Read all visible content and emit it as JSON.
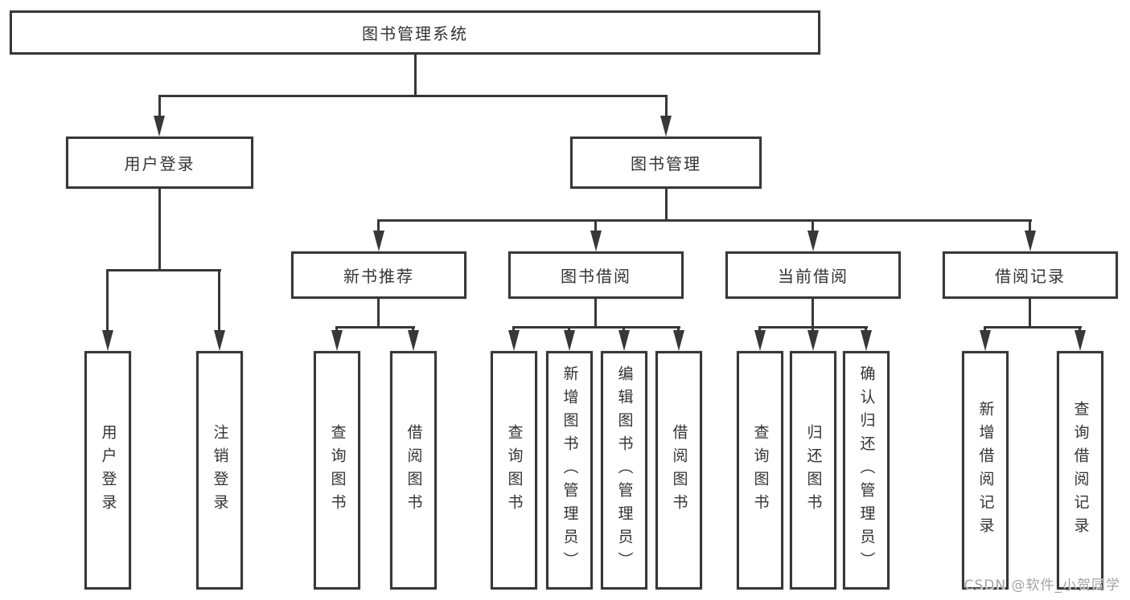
{
  "diagram": {
    "title": "图书管理系统",
    "type": "hierarchy-tree",
    "colors": {
      "line": "#383838",
      "text": "#333333",
      "watermark": "#a3a3a3",
      "background": "#ffffff"
    },
    "tree": {
      "label": "图书管理系统",
      "children": [
        {
          "label": "用户登录",
          "children": [
            {
              "label": "用户登录"
            },
            {
              "label": "注销登录"
            }
          ]
        },
        {
          "label": "图书管理",
          "children": [
            {
              "label": "新书推荐",
              "children": [
                {
                  "label": "查询图书"
                },
                {
                  "label": "借阅图书"
                }
              ]
            },
            {
              "label": "图书借阅",
              "children": [
                {
                  "label": "查询图书"
                },
                {
                  "label": "新增图书（管理员）"
                },
                {
                  "label": "编辑图书（管理员）"
                },
                {
                  "label": "借阅图书"
                }
              ]
            },
            {
              "label": "当前借阅",
              "children": [
                {
                  "label": "查询图书"
                },
                {
                  "label": "归还图书"
                },
                {
                  "label": "确认归还（管理员）"
                }
              ]
            },
            {
              "label": "借阅记录",
              "children": [
                {
                  "label": "新增借阅记录"
                },
                {
                  "label": "查询借阅记录"
                }
              ]
            }
          ]
        }
      ]
    }
  },
  "watermark": {
    "text": "CSDN @软件_小贺同学"
  }
}
